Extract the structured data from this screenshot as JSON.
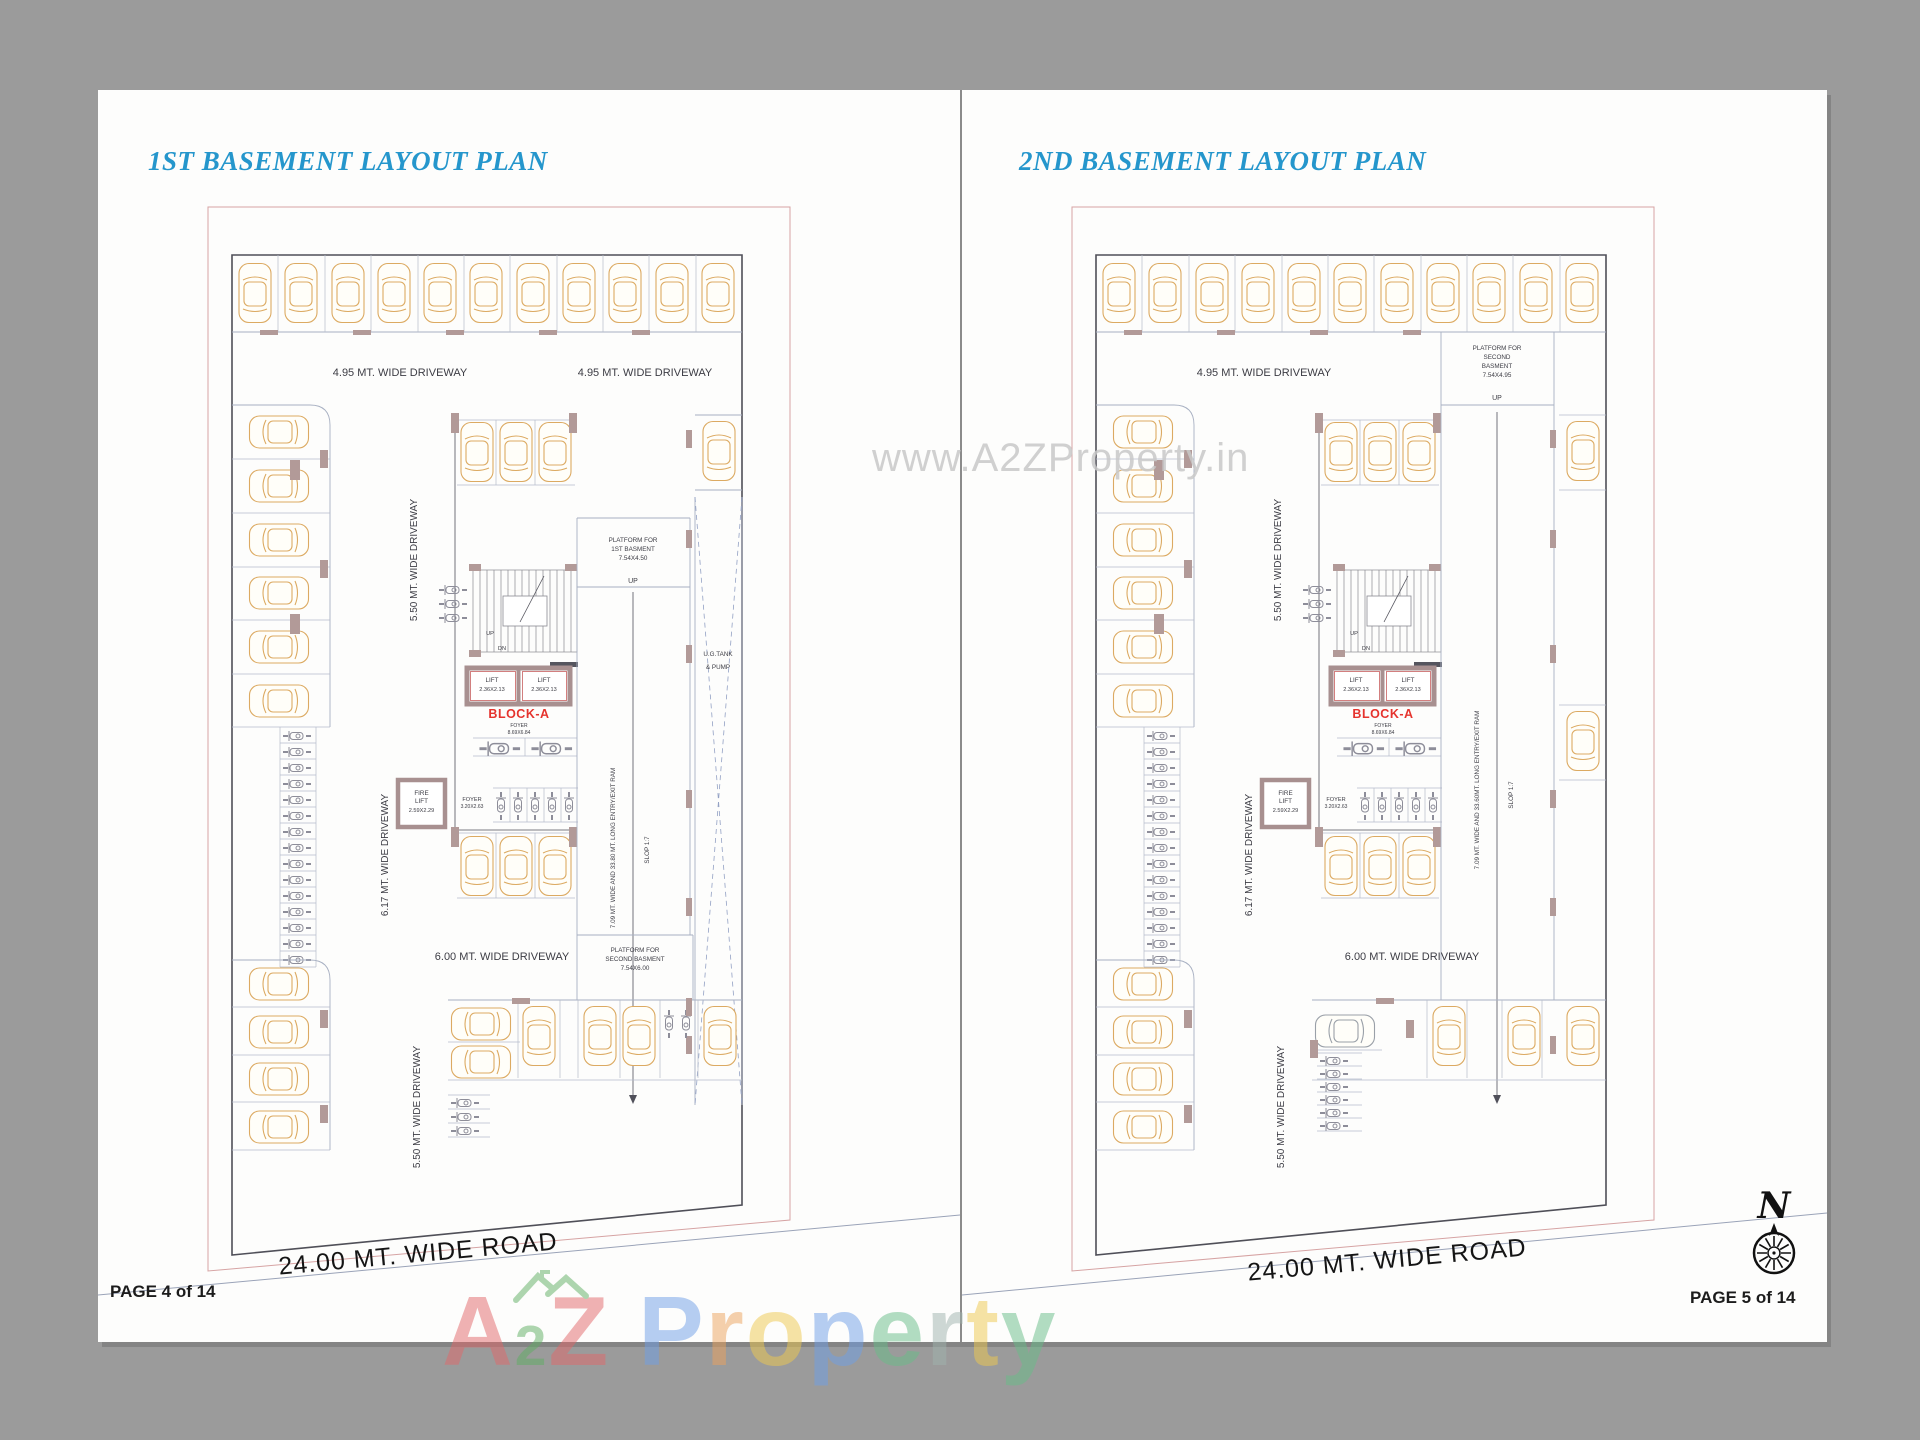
{
  "colors": {
    "title_blue": "#2596cc",
    "block_red": "#e5342e",
    "car_outline": "#dcaa62",
    "boundary_pink": "#d6a3a3",
    "background_gray": "#9b9b9b"
  },
  "watermark": {
    "center_text": "www.A2ZProperty.in"
  },
  "logo": {
    "a": "A",
    "two": "2",
    "z": "Z",
    "letters": [
      "P",
      "r",
      "o",
      "p",
      "e",
      "r",
      "t",
      "y"
    ]
  },
  "page1": {
    "title": "1ST BASEMENT LAYOUT PLAN",
    "page_label": "PAGE 4 of 14",
    "road_label": "24.00 MT. WIDE ROAD",
    "driveway_top_left": "4.95 MT. WIDE DRIVEWAY",
    "driveway_top_right": "4.95 MT. WIDE DRIVEWAY",
    "driveway_left_upper": "5.50 MT. WIDE DRIVEWAY",
    "driveway_left_mid": "6.17 MT. WIDE DRIVEWAY",
    "driveway_left_lower": "5.50 MT. WIDE DRIVEWAY",
    "driveway_bottom": "6.00 MT. WIDE DRIVEWAY",
    "platform_line1": "PLATFORM FOR",
    "platform_line2": "1ST BASMENT",
    "platform_line3": "7.54X4.50",
    "up": "UP",
    "dn": "DN",
    "ramp_label": "7.09 MT. WIDE AND 33.80 MT. LONG ENTRY/EXIT RAM",
    "slope_label": "SLOP 1:7",
    "ug_tank_line1": "U.G.TANK",
    "ug_tank_line2": "& PUMP",
    "lift_label": "LIFT",
    "lift_size": "2.36X2.13",
    "block_label": "BLOCK-A",
    "foyer_label": "FOYER",
    "foyer_size": "8.69X6.84",
    "fire_lift_line1": "FIRE",
    "fire_lift_line2": "LIFT",
    "fire_lift_line3": "2.59X2.29",
    "foyer2_label": "FOYER",
    "foyer2_size": "3.20X2.63",
    "platform2_line1": "PLATFORM FOR",
    "platform2_line2": "SECOND BASMENT",
    "platform2_line3": "7.54X6.00"
  },
  "page2": {
    "title": "2ND BASEMENT LAYOUT PLAN",
    "page_label": "PAGE 5 of 14",
    "road_label": "24.00 MT. WIDE ROAD",
    "driveway_top": "4.95 MT. WIDE DRIVEWAY",
    "driveway_left_upper": "5.50 MT. WIDE DRIVEWAY",
    "driveway_left_mid": "6.17 MT. WIDE DRIVEWAY",
    "driveway_left_lower": "5.50 MT. WIDE DRIVEWAY",
    "driveway_bottom": "6.00 MT. WIDE DRIVEWAY",
    "platform_line1": "PLATFORM FOR",
    "platform_line2": "SECOND",
    "platform_line3": "BASMENT",
    "platform_line4": "7.54X4.95",
    "up": "UP",
    "dn": "DN",
    "ramp_label": "7.09 MT. WIDE AND 33.60MT. LONG ENTRY/EXIT RAM",
    "slope_label": "SLOP 1:7",
    "lift_label": "LIFT",
    "lift_size": "2.36X2.13",
    "block_label": "BLOCK-A",
    "foyer_label": "FOYER",
    "foyer_size": "8.69X6.84",
    "fire_lift_line1": "FIRE",
    "fire_lift_line2": "LIFT",
    "fire_lift_line3": "2.59X2.29",
    "foyer2_label": "FOYER",
    "foyer2_size": "3.20X2.63",
    "compass_label": "N"
  }
}
